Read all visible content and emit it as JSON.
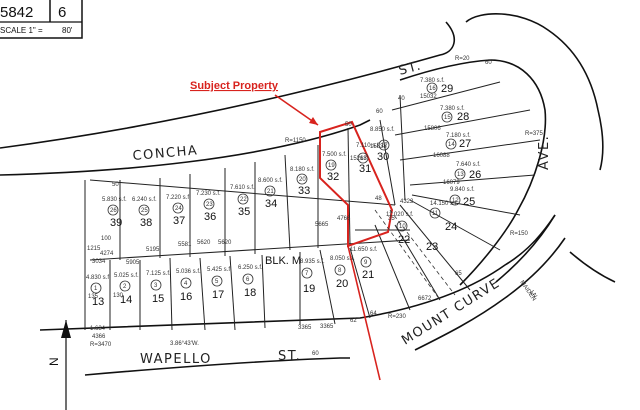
{
  "header": {
    "map_number": "5842",
    "page_number": "6",
    "scale_label": "SCALE 1\"  =",
    "scale_value": "80'"
  },
  "annotation": {
    "subject_label": "Subject Property",
    "color": "#d8231e"
  },
  "streets": {
    "concha": "CONCHA",
    "concha_st": "ST.",
    "wapello": "WAPELLO",
    "wapello_st": "ST.",
    "mount_curve": "MOUNT CURVE",
    "ave": "AVE.",
    "maiden": "MAIDEN",
    "ln": "LN."
  },
  "block_label": "BLK. M",
  "north_label": "N",
  "lots": [
    "13",
    "14",
    "15",
    "16",
    "17",
    "18",
    "19",
    "20",
    "21",
    "22",
    "23",
    "24",
    "25",
    "26",
    "27",
    "28",
    "29",
    "30",
    "31",
    "32",
    "33",
    "34",
    "35",
    "36",
    "37",
    "38",
    "39"
  ],
  "dimensions": {
    "d1": "50",
    "d2": "50",
    "d3": "R=1150",
    "d4": "R=20",
    "d5": "R=375",
    "d6": "R=3470",
    "d7": "5665",
    "d8": "4766",
    "d9": "3365",
    "d10": "3365",
    "d11": "4366",
    "d12": "3.86°43'W.",
    "d13": "5620",
    "d14": "5581",
    "d15": "5195",
    "d16": "4274",
    "d17": "4322",
    "d18": "R=230",
    "d19": "6672",
    "d20": "1215",
    "d21": "5905",
    "d22": "3034",
    "d23": "100",
    "d24": "60",
    "d25": "40",
    "d26": "60",
    "d27": "15806",
    "d28": "16088",
    "d29": "16079",
    "d30": "15032",
    "d31": "15833",
    "d32": "15263",
    "d33": "1.634",
    "d34": "R=150",
    "d35": "35",
    "d36": "65",
    "d37": "64",
    "d38": "48",
    "d39": "62",
    "d40": "135",
    "d41": "60",
    "d42": "130",
    "d43": "5620"
  },
  "areas": {
    "a13": "4.830 s.f.",
    "a14": "5.025 s.f.",
    "a15": "7.125 s.f.",
    "a16": "5.036 s.f.",
    "a17": "5.425 s.f.",
    "a18": "6.250 s.f.",
    "a19": "8.935 s.f.",
    "a20": "8.050 s.f.",
    "a21": "11.650 s.f.",
    "a22": "11.020 s.f.",
    "a24": "14.150 s.f.",
    "a25": "9.840 s.f.",
    "a26": "7.640 s.f.",
    "a27": "7.180 s.f.",
    "a28": "7.380 s.f.",
    "a29": "7.380 s.f.",
    "a30": "8.850 s.f.",
    "a31": "7.110 s.f.",
    "a32": "7.500 s.f.",
    "a33": "8.180 s.f.",
    "a34": "8.600 s.f.",
    "a35": "7.610 s.f.",
    "a36": "7.230 s.f.",
    "a37": "7.220 s.f.",
    "a38": "6.240 s.f.",
    "a39": "5.830 s.f."
  },
  "lot_numbers": {
    "n13": "1",
    "n14": "2",
    "n15": "3",
    "n16": "4",
    "n17": "5",
    "n18": "6",
    "n19": "7",
    "n20": "8",
    "n21": "9",
    "n22": "10",
    "n24": "11",
    "n25": "12",
    "n26": "13",
    "n27": "14",
    "n28": "15",
    "n29": "16",
    "n30": "17",
    "n31": "18",
    "n32": "19",
    "n33": "20",
    "n34": "21",
    "n35": "22",
    "n36": "23",
    "n37": "24",
    "n38": "25",
    "n39": "26"
  }
}
